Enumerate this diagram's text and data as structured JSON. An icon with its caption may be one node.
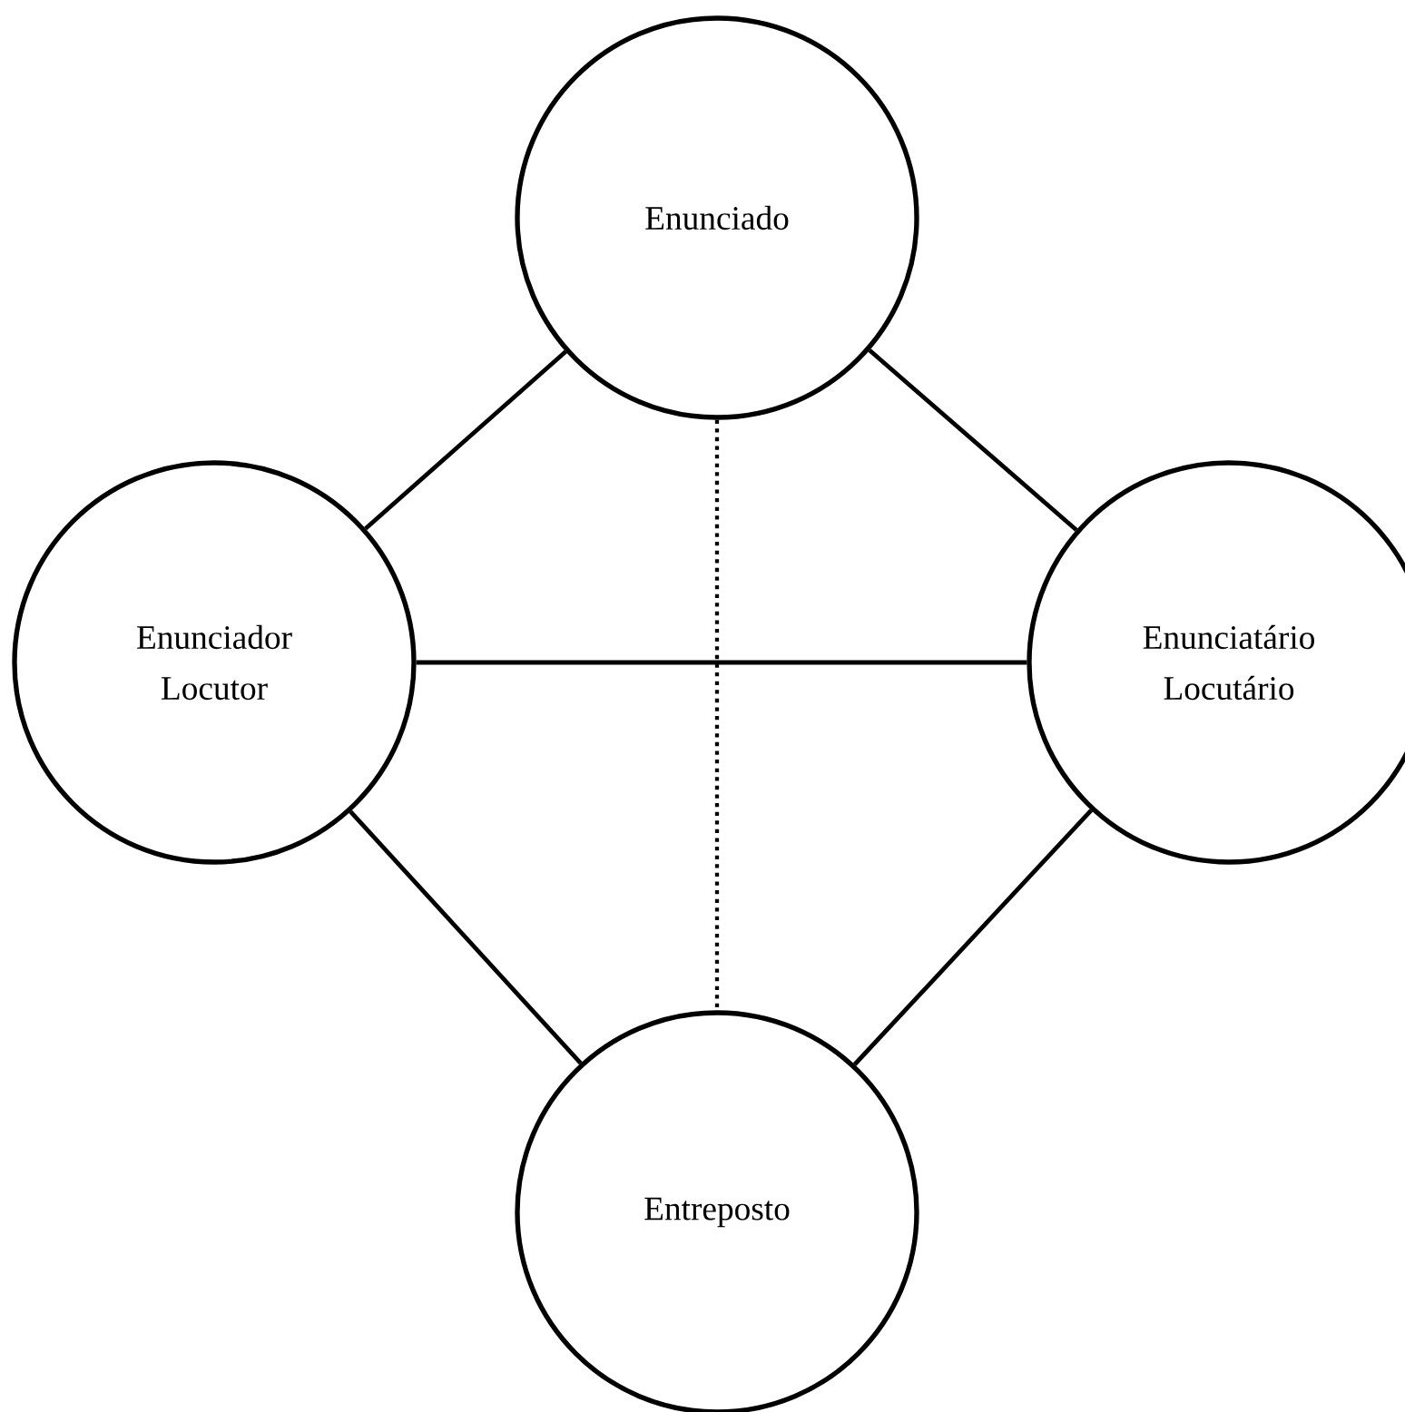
{
  "diagram": {
    "nodes": [
      {
        "text": [
          "Enunciado"
        ]
      },
      {
        "text": [
          "Enunciador",
          "Locutor"
        ]
      },
      {
        "text": [
          "Enunciatário",
          "Locutário"
        ]
      },
      {
        "text": [
          "Entreposto"
        ]
      }
    ],
    "edges": [
      {
        "from": 0,
        "to": 1,
        "arrow": "none"
      },
      {
        "from": 0,
        "to": 2,
        "arrow": "none"
      },
      {
        "from": 1,
        "to": 2,
        "arrow": "none"
      },
      {
        "from": 0,
        "to": 3,
        "arrow": "none",
        "style": "dashed"
      },
      {
        "from": 1,
        "to": 3,
        "arrow": "none"
      },
      {
        "from": 2,
        "to": 3,
        "arrow": "none"
      }
    ]
  }
}
